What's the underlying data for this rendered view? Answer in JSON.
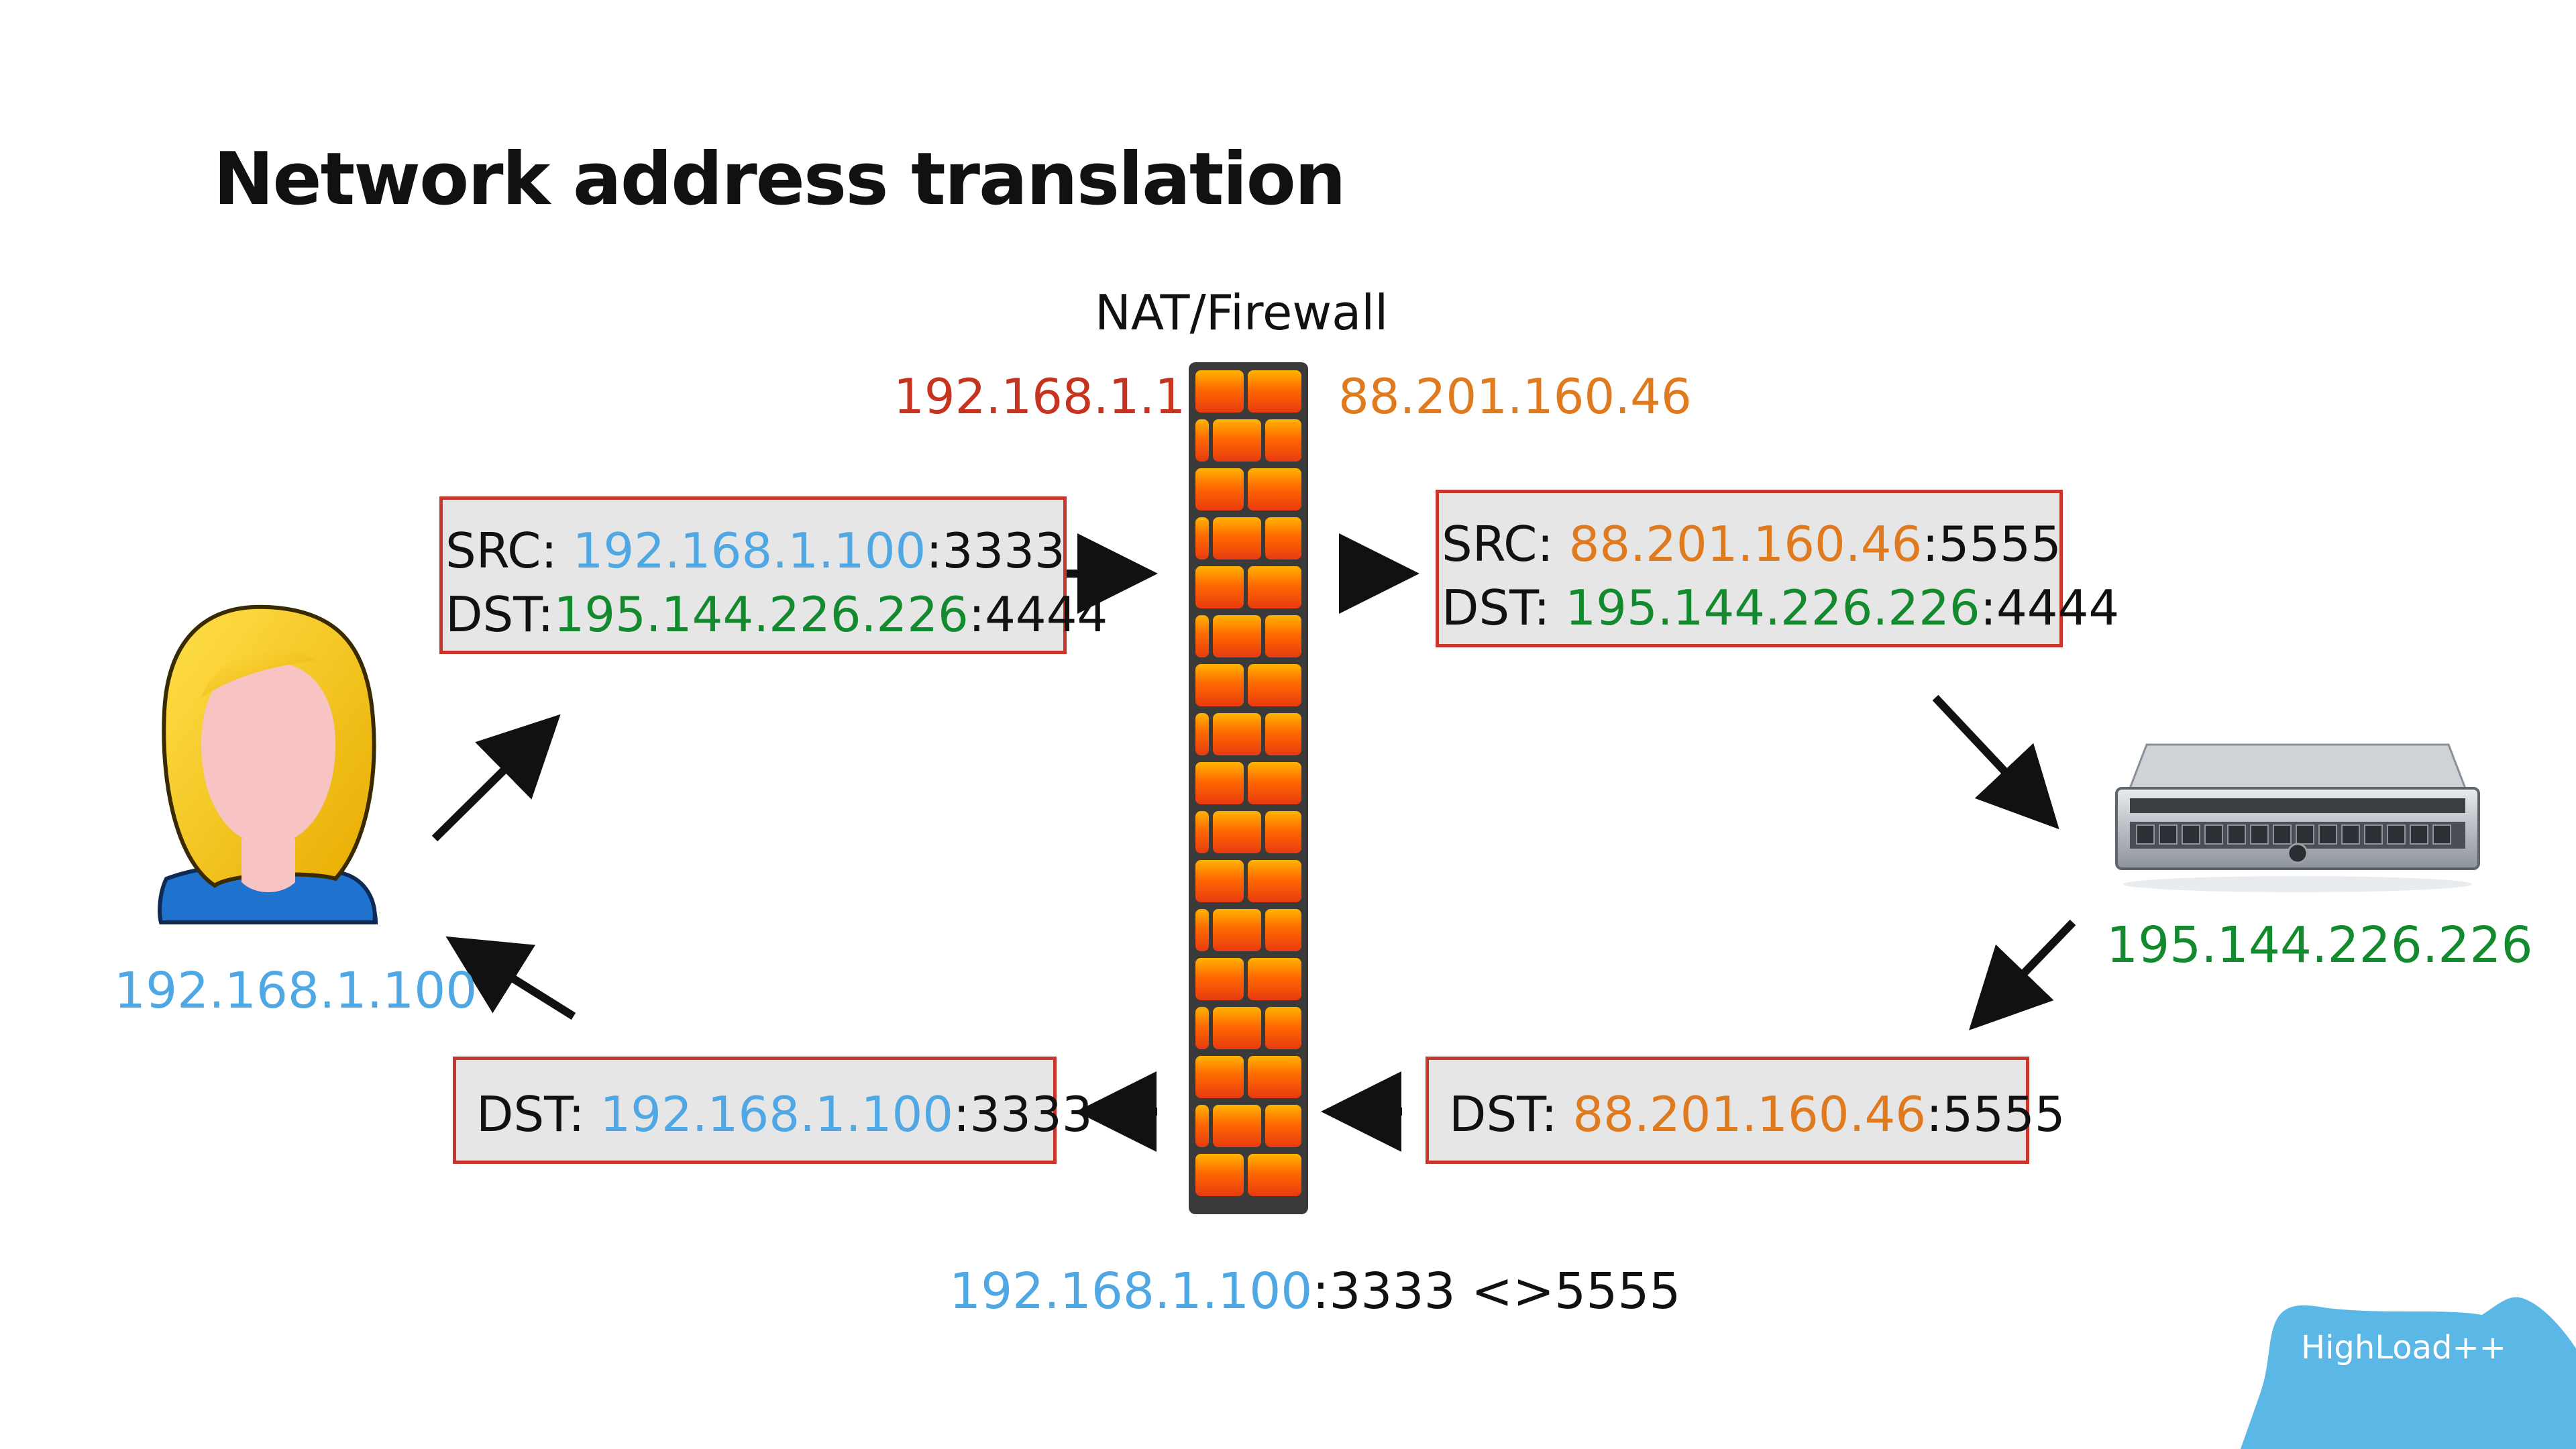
{
  "title": "Network address translation",
  "nat_label": "NAT/Firewall",
  "nat_inside_ip": "192.168.1.1",
  "nat_outside_ip": "88.201.160.46",
  "client_ip": "192.168.1.100",
  "server_ip": "195.144.226.226",
  "box_outbound_before": {
    "src_label": "SRC: ",
    "src_ip": "192.168.1.100",
    "src_port": ":3333",
    "dst_label": "DST:",
    "dst_ip": "195.144.226.226",
    "dst_port": ":4444"
  },
  "box_outbound_after": {
    "src_label": "SRC: ",
    "src_ip": "88.201.160.46",
    "src_port": ":5555",
    "dst_label": "DST: ",
    "dst_ip": "195.144.226.226",
    "dst_port": ":4444"
  },
  "box_inbound_before": {
    "dst_label": "DST: ",
    "dst_ip": "88.201.160.46",
    "dst_port": ":5555"
  },
  "box_inbound_after": {
    "dst_label": "DST: ",
    "dst_ip": "192.168.1.100",
    "dst_port": ":3333"
  },
  "mapping": {
    "ip": "192.168.1.100",
    "rest": ":3333 <>5555"
  },
  "logo_text": "HighLoad++",
  "colors": {
    "client_ip": "#4fa7e3",
    "server_ip": "#148a2f",
    "nat_inside": "#c6331f",
    "nat_outside": "#e07a1e",
    "box_border": "#c8362b",
    "box_fill": "#e6e6e6",
    "logo": "#5bb8e6"
  },
  "icons": [
    "user-avatar-icon",
    "firewall-brick-wall-icon",
    "rack-server-icon",
    "highload-bear-logo"
  ]
}
